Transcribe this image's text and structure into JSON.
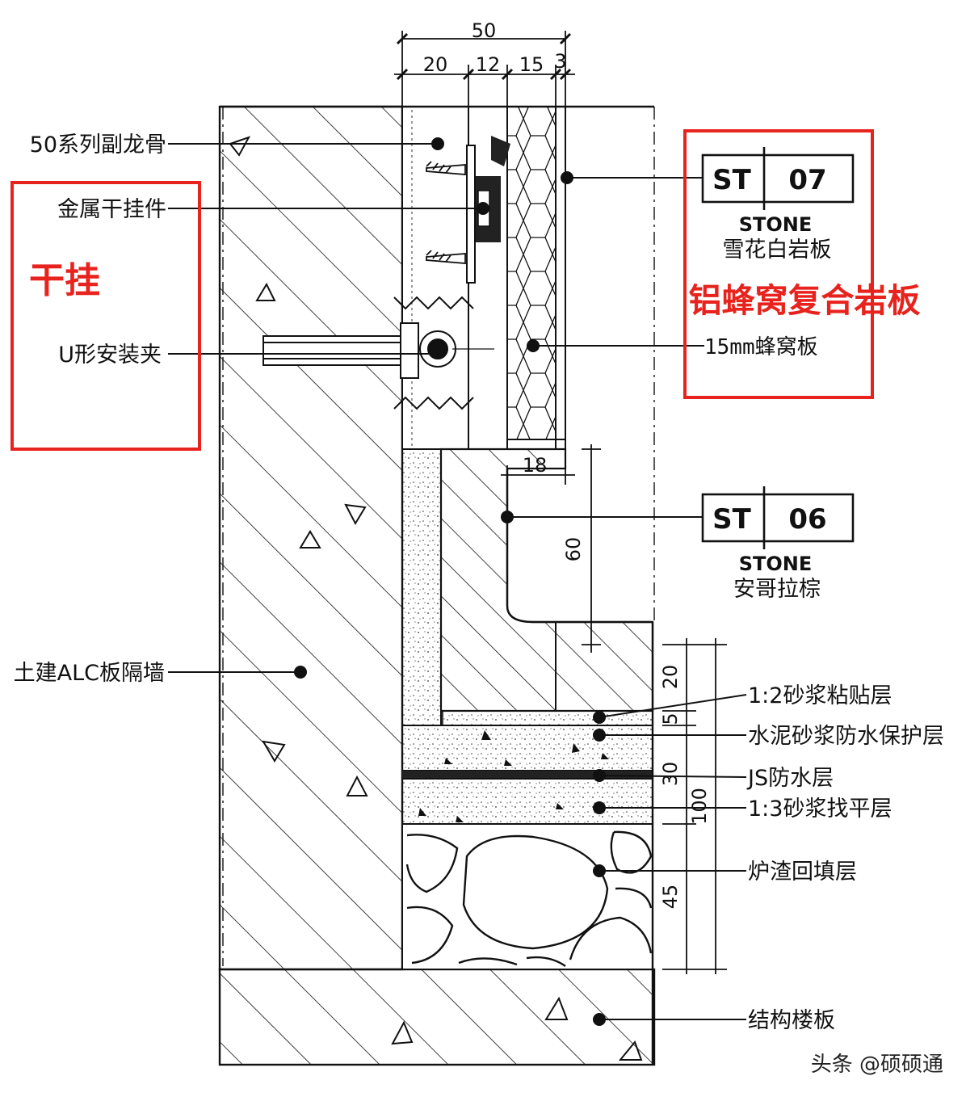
{
  "dimensions_top": {
    "total": "50",
    "a": "20",
    "b": "12",
    "c": "15",
    "d": "3"
  },
  "callouts_left": {
    "keel": "50系列副龙骨",
    "hanger": "金属干挂件",
    "u_clip": "U形安装夹",
    "alc_wall": "土建ALC板隔墙"
  },
  "left_box_title": "干挂",
  "right_box_title": "铝蜂窝复合岩板",
  "tag_st07": {
    "code": "ST",
    "number": "07",
    "category": "STONE",
    "name": "雪花白岩板"
  },
  "honeycomb_label": "15mm蜂窝板",
  "tag_st06": {
    "code": "ST",
    "number": "06",
    "category": "STONE",
    "name": "安哥拉棕"
  },
  "dim_18": "18",
  "dim_60": "60",
  "dims_right": {
    "d20": "20",
    "d5": "5",
    "d30": "30",
    "d100": "100",
    "d45": "45"
  },
  "layers_right": {
    "mortar_bond": "1:2砂浆粘贴层",
    "protect": "水泥砂浆防水保护层",
    "js": "JS防水层",
    "level": "1:3砂浆找平层",
    "slag": "炉渣回填层",
    "slab": "结构楼板"
  },
  "watermark": "头条 @硕硕通",
  "colors": {
    "accent_red": "#e8231d",
    "line": "#111111"
  }
}
